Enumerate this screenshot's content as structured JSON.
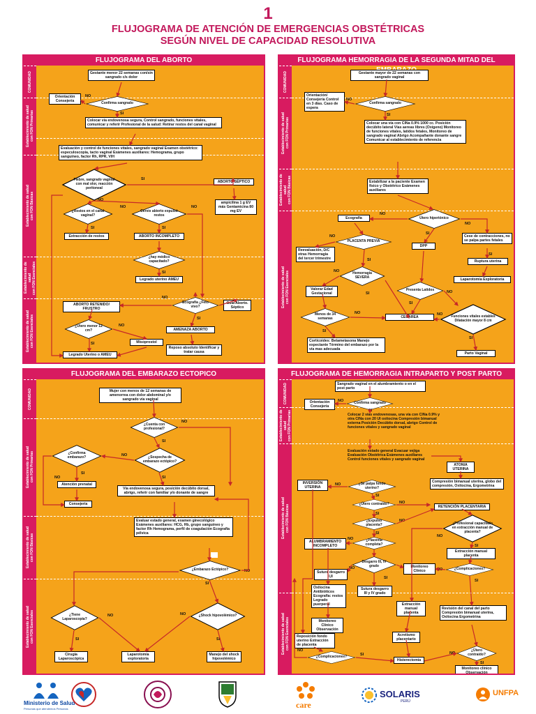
{
  "header": {
    "number": "1",
    "title_line1": "FLUJOGRAMA DE ATENCIÓN DE EMERGENCIAS OBSTÉTRICAS",
    "title_line2": "SEGÚN NIVEL DE CAPACIDAD RESOLUTIVA"
  },
  "levels": {
    "comunidad": "COMUNIDAD",
    "primarias": "Establecimiento de salud\ncon FON Primarias",
    "basicas": "Establecimiento de salud\ncon FON Básicas",
    "esenciales": "Establecimiento de salud\ncon FON Esenciales"
  },
  "labels": {
    "si": "SI",
    "no": "NO"
  },
  "aborto": {
    "title": "FLUJOGRAMA DEL ABORTO",
    "start": "Gestante menor 22 semanas con/sin sangrado c/s dolor",
    "confirma": "Confirma sangrado",
    "orientacion": "Orientación Consejería",
    "colocar": "Colocar vía endovenosa segura, Control sangrado, funciones vitales, comunicar y referir Profesional de la salud: Retirar restos del canal vaginal",
    "evaluacion": "Evaluación y control de funciones vitales, sangrado vaginal Examen obstétrico: especuloscopia, tacto vaginal Exámenes auxiliares: Hemograma, grupo sanguíneo, factor Rh, RPR, VIH",
    "fiebre": "Fiebre, sangrado vaginal con mal olor, reacción peritoneal",
    "septico": "ABORTO SÉPTICO",
    "ampicilina": "ampicilina 1 g EV más Gentamicina 80 mg EV",
    "restos": "¿Restos en el canal vaginal?",
    "cervix": "Cervix abierto expulsó restos",
    "extraccion": "Extracción de restos",
    "incompleto": "ABORTO INCOMPLETO",
    "medico": "¿hay médico capacitado?",
    "legrado_ameu": "Legrado uterino AMEU",
    "retenido": "ABORTO RETENIDO/ FRUSTRO",
    "ecografia": "Ecografía ¿Feto vivo?",
    "guia": "Guía Aborto. Séptico",
    "utero": "¿Útero menor 12 cm?",
    "misoprostol": "Misoprostol",
    "legrado2": "Legrado Uterino o AMEU",
    "amenaza": "AMENAZA ABORTO",
    "reposo": "Reposo absoluto Identificar y tratar causa"
  },
  "hemorragia2": {
    "title": "FLUJOGRAMA HEMORRAGIA DE LA SEGUNDA MITAD DEL EMBARAZO",
    "start": "Gestante mayor de 22 semanas con sangrado vaginal",
    "confirma": "Confirma sangrado",
    "orientacion": "Orientación/ Consejería Control en 3 días. Caso de espera",
    "colocar": "Colocar una vía con ClNa 0.9% 1000 cc. Posición decúbito lateral Vías aereas libres (Oxígeno) Monitoreo de funciones vitales, latidos fetales, Monitoreo de sangrado vaginal Abrigo Acompañante donante sangre Comunicar al establecimiento de referencia",
    "estabilizar": "Estabilizar a la paciente Examen físico y Obstétrico Exámenes auxiliares",
    "ecografia": "Ecografía",
    "hipertonico": "Útero hipertónico",
    "placenta": "PLACENTA PREVIA",
    "cese": "Cese de contracciones, no se palpa partes fetales",
    "reevaluacion": "Reevaluación, D/C otras Hemorragia del tercer trimestre",
    "dpp": "DPP",
    "ruptura": "Ruptura uterina",
    "severa": "Hemorragia SEVERA",
    "laparotomia": "Laparotomía Exploratoria",
    "valorar": "Valorar Edad Gestacional",
    "presenta": "Presenta Latidos",
    "menos34": "Menos de 34 semanas",
    "cesarea": "CESAREA",
    "funciones": "Funciones vitales estables Dilatación mayor 8 cm",
    "corticoides": "Corticoides: Betametasona Manejo expectante Término del embarazo por la vía mas adecuada",
    "parto": "Parto Vaginal"
  },
  "ectopico": {
    "title": "FLUJOGRAMA DEL EMBARAZO ECTOPICO",
    "start": "Mujer con menos de 12 semanas de amenorrea con dolor abdominal y/o sangrado vía vaginal",
    "cuenta": "¿Cuenta con profesional?",
    "sospecha": "¿Sospecha de embarazo ectópico?",
    "confirma": "¿Confirma embarazo?",
    "prenatal": "Atención prenatal",
    "consejeria": "Consejería",
    "via": "Vía endovenosa segura, posición decúbito dorsal, abrigo, referir con familiar y/o donante de sangre",
    "evaluar": "Evaluar estado general, examen ginecológico Exámenes auxiliares: HCG, Hb, grupo sanguíneo y factor Rh Hemograma, perfil de coagulación Ecografía pélvica",
    "ectopico": "¿Embarazo Ectópico?",
    "laparoscopia": "¿Tiene Laparoscopía?",
    "shock": "¿Shock hipovolémico?",
    "cirugia": "Cirugía Laparoscópica",
    "laparotomia": "Laparotomía exploratoria",
    "manejo": "Manejo del shock hipovolémico"
  },
  "intraparto": {
    "title": "FLUJOGRAMA DE HEMORRAGIA INTRAPARTO Y POST PARTO",
    "start": "Sangrado vaginal en el alumbramiento o en el post parto",
    "orientacion": "Orientación Consejería",
    "confirma": "Confirma sangrado",
    "colocar": "Colocar 2 vías endovenosas, una vía con ClNa 0.9% y otra ClNa con 20 UI oxitocina Compresión bimanual externa Posición Decúbito dorsal, abrigo Control de funciones vitales y sangrado vaginal",
    "evaluacion": "Evaluación estado general Evacuar vejiga Evaluación Obstétrica Exámenes auxiliares Control funciones vitales y sangrado vaginal",
    "atonia": "ATONIA UTERINA",
    "inversion": "INVERSIÓN UTERINA",
    "palpa": "¿Se palpa fondo uterino?",
    "compresion": "Compresión bimanual uterina, globo del compresión, Oxitocina, Ergometrina",
    "utero": "¿Útero contraído?",
    "retencion": "RETENCIÓN PLACENTARIA",
    "expulso": "¿Expulsó placenta?",
    "profesional": "¿Profesional capacitado en extracción manual de placenta?",
    "alumbramiento": "ALUMBRAMIENTO INCOMPLETO",
    "placenta_completa": "¿Placenta completa?",
    "extraccion": "Extracción manual placenta",
    "desgarro": "Desgarro III, IV grado",
    "monitoreo": "Monitoreo Clínico",
    "complicaciones": "¿Complicaciones?",
    "sutura": "Sutura desgarro I,II",
    "sutura2": "Sutura desgarro III y IV grado",
    "oxitocina": "Oxitocina Antibióticos Ecografía: restos Legrado puerperal",
    "extraccion2": "Extracción manual placenta",
    "revision": "Revisión del canal del parto Compresión bimanual uterina, Oxitocina Ergometrina",
    "monitoreo2": "Monitoreo Clínico Observación",
    "reposicion": "Reposición fondo uterino Extracción de placenta",
    "acretismo": "Acretismo placentario",
    "complicaciones2": "¿Complicaciones?",
    "histerectomia": "Histerectomía",
    "utero2": "¿Útero contraído?",
    "monitoreo3": "Monitoreo clínico Observación"
  },
  "logos": {
    "minsa": "Ministerio de Salud",
    "minsa_sub": "Personas que atendemos Personas",
    "care": "care",
    "solaris": "SOLARIS",
    "solaris_sub": "PERÚ",
    "unfpa": "UNFPA"
  },
  "colors": {
    "panel": "#f5a31a",
    "accent": "#d81b60",
    "arrow": "#c62828"
  }
}
